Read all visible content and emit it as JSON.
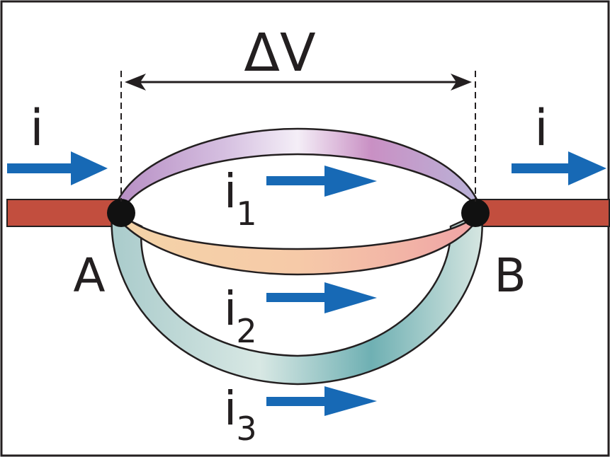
{
  "labels": {
    "voltage": "ΔV",
    "current_in": "i",
    "current_out": "i",
    "node_a": "A",
    "node_b": "B",
    "branch_1_main": "i",
    "branch_1_sub": "1",
    "branch_2_main": "i",
    "branch_2_sub": "2",
    "branch_3_main": "i",
    "branch_3_sub": "3"
  },
  "colors": {
    "wire": "#c24e3e",
    "arrow": "#1769b5",
    "node": "#111111",
    "outline": "#231f20",
    "branch_1": "#c7a6d3",
    "branch_2": "#f3c1a0",
    "branch_3": "#b8d6d2"
  }
}
